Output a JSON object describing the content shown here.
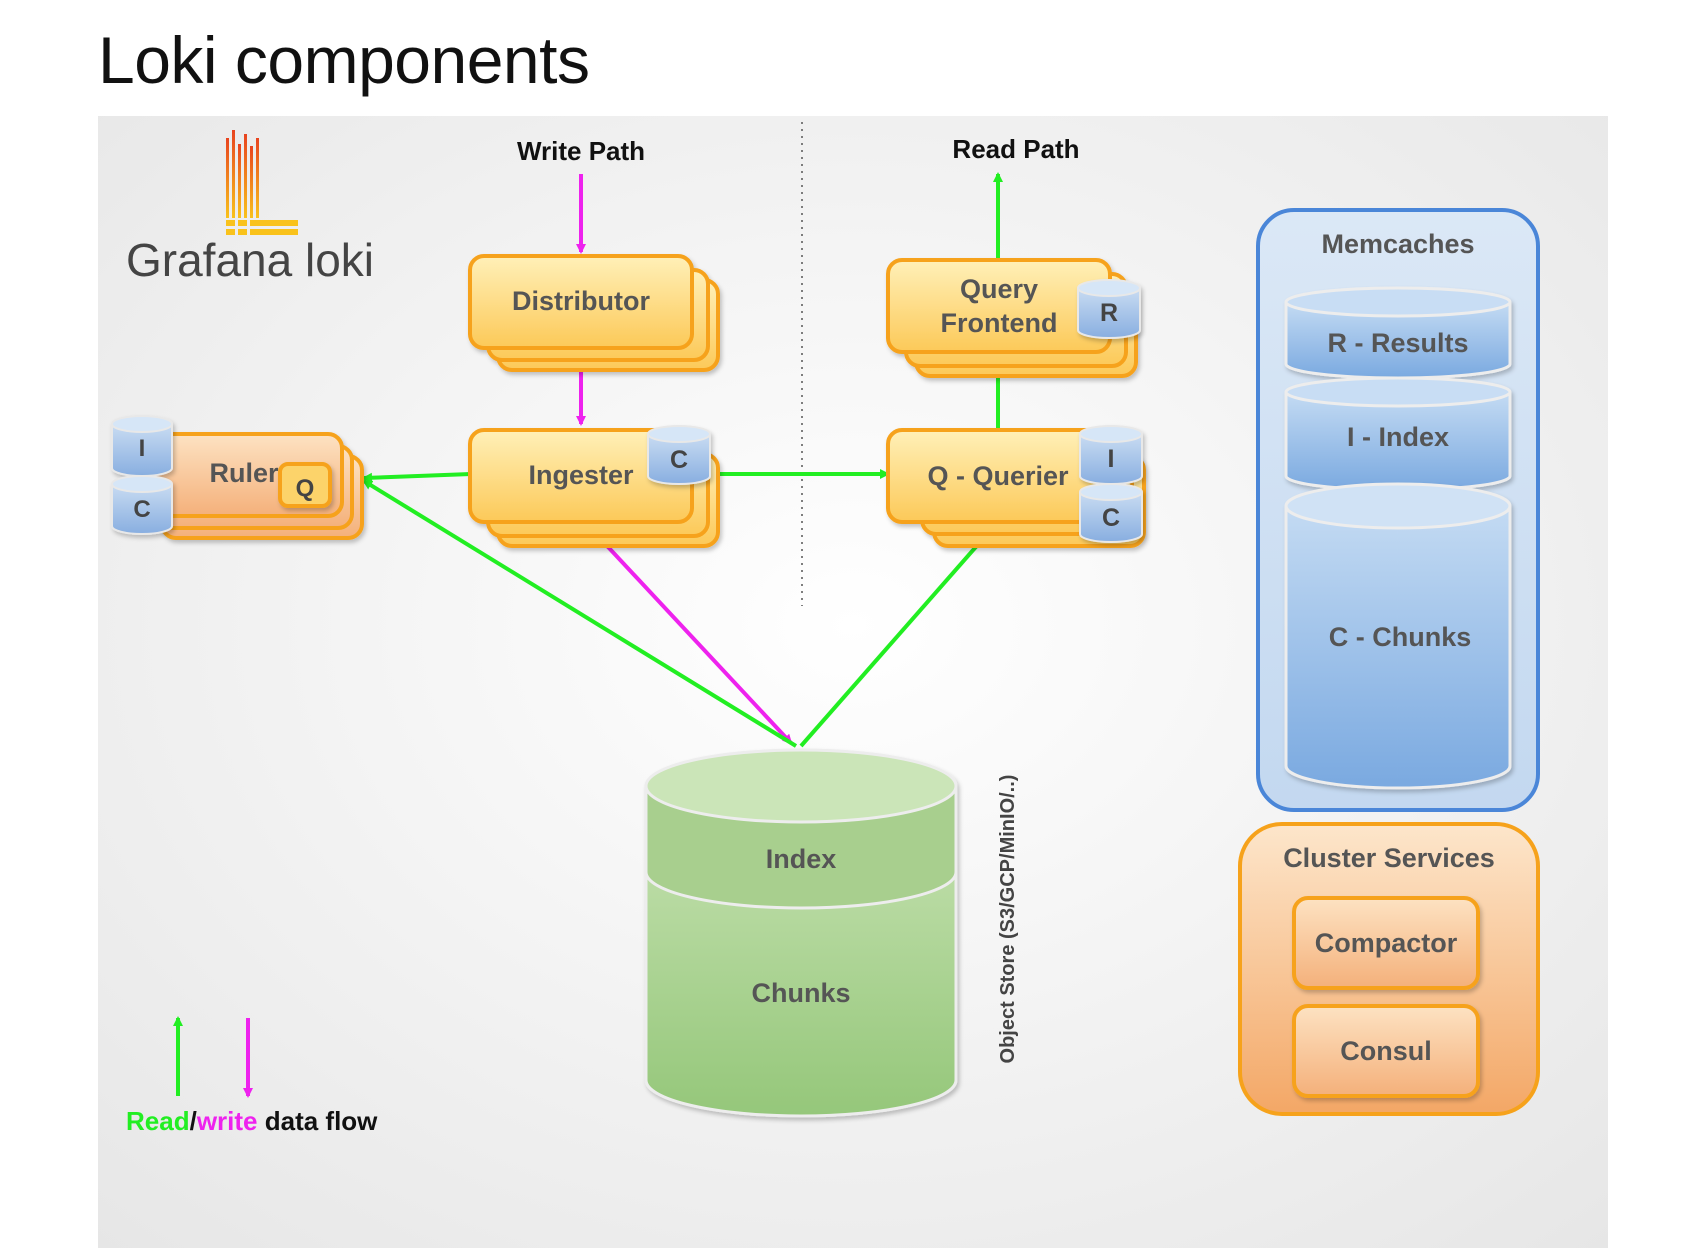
{
  "page": {
    "title": "Loki components"
  },
  "logo": {
    "text": "Grafana loki"
  },
  "paths": {
    "write": "Write Path",
    "read": "Read Path"
  },
  "components": {
    "distributor": "Distributor",
    "ingester": "Ingester",
    "ingester_badge": "C",
    "ruler": "Ruler",
    "ruler_badge_q": "Q",
    "ruler_badge_i": "I",
    "ruler_badge_c": "C",
    "query_frontend_line1": "Query",
    "query_frontend_line2": "Frontend",
    "query_frontend_badge": "R",
    "querier": "Q - Querier",
    "querier_badge_i": "I",
    "querier_badge_c": "C"
  },
  "object_store": {
    "label": "Object Store (S3/GCP/MinIO/..)",
    "index": "Index",
    "chunks": "Chunks"
  },
  "memcaches": {
    "title": "Memcaches",
    "results": "R - Results",
    "index": "I - Index",
    "chunks": "C - Chunks"
  },
  "cluster_services": {
    "title": "Cluster Services",
    "compactor": "Compactor",
    "consul": "Consul"
  },
  "legend": {
    "read": "Read",
    "slash": "/",
    "write": "write",
    "rest": " data flow"
  },
  "colors": {
    "read_flow": "#22ee22",
    "write_flow": "#ee22ee",
    "component_fill": "#fcd36a",
    "component_stroke": "#f6a21b",
    "memcache_stroke": "#4a86d8",
    "object_store_fill": "#a9d18e"
  }
}
